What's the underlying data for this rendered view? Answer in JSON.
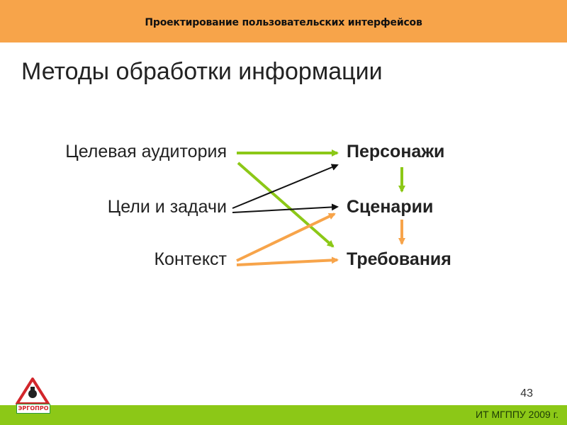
{
  "header": {
    "title": "Проектирование пользовательских интерфейсов"
  },
  "slide": {
    "title": "Методы обработки информации"
  },
  "diagram": {
    "inputs": [
      "Целевая аудитория",
      "Цели и задачи",
      "Контекст"
    ],
    "outputs": [
      "Персонажи",
      "Сценарии",
      "Требования"
    ]
  },
  "colors": {
    "header": "#f7a44a",
    "footer": "#8cc817",
    "arrow_green": "#8cc817",
    "arrow_orange": "#f7a44a",
    "arrow_black": "#111111"
  },
  "footer": {
    "page_number": "43",
    "text": "ИТ МГППУ 2009 г."
  },
  "logo": {
    "icon": "warning-triangle-icon",
    "text": "ЭРГОПРО"
  }
}
